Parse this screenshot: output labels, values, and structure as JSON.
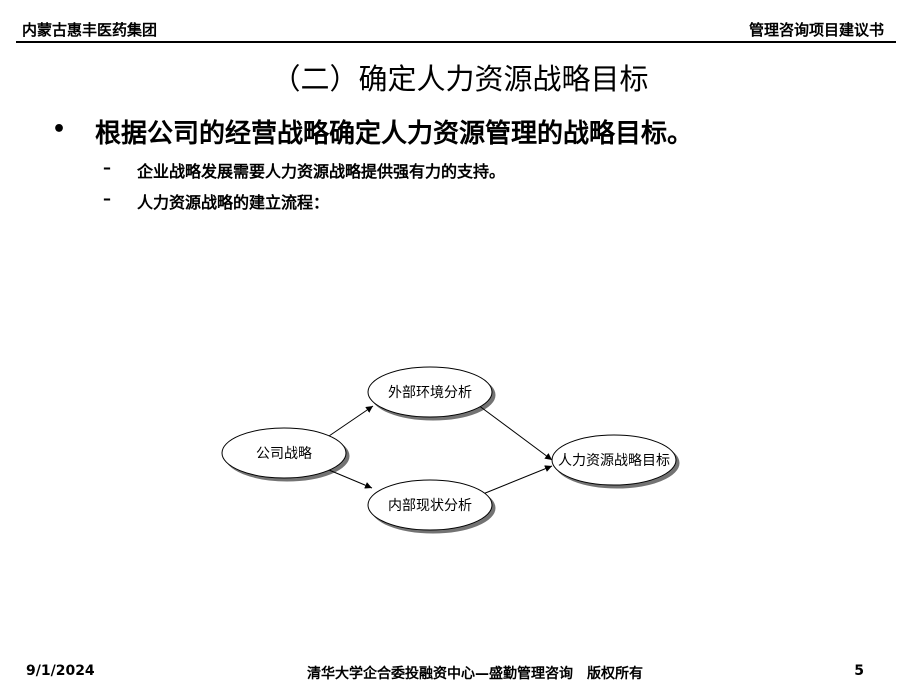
{
  "header": {
    "company": "内蒙古惠丰医药集团",
    "doc_type": "管理咨询项目建议书"
  },
  "slide": {
    "title": "（二）确定人力资源战略目标",
    "bullet": {
      "marker": "•",
      "text": "根据公司的经营战略确定人力资源管理的战略目标。"
    },
    "sub_items": [
      {
        "marker": "–",
        "text": "企业战略发展需要人力资源战略提供强有力的支持。"
      },
      {
        "marker": "–",
        "text": "人力资源战略的建立流程："
      }
    ]
  },
  "diagram": {
    "nodes": {
      "strategy": "公司战略",
      "external": "外部环境分析",
      "internal": "内部现状分析",
      "hr_goal": "人力资源战略目标"
    },
    "edges": [
      {
        "from": "strategy",
        "to": "external"
      },
      {
        "from": "strategy",
        "to": "internal"
      },
      {
        "from": "external",
        "to": "hr_goal"
      },
      {
        "from": "internal",
        "to": "hr_goal"
      }
    ]
  },
  "footer": {
    "date": "9/1/2024",
    "copyright": "清华大学企合委投融资中心—盛勤管理咨询　版权所有",
    "page": "5"
  }
}
